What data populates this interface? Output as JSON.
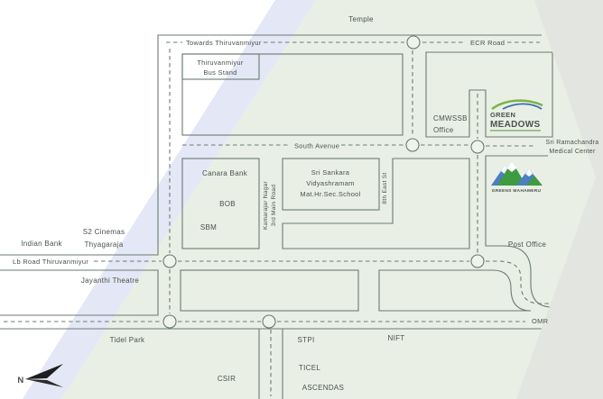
{
  "colors": {
    "background": "#ffffff",
    "map_green": "#e9efe5",
    "stripe_lavender": "#e3e7f6",
    "pale_overlay": "#e3e5e1",
    "line": "#6b7b71",
    "text": "#49524b",
    "logo_green": "#6aaa3c",
    "logo_dark": "#21392e",
    "logo_blue": "#3a6fb0",
    "mountain_green": "#3f9b41",
    "mountain_blue": "#4a7fc1"
  },
  "map": {
    "labels": {
      "temple": "Temple",
      "towards_thiruvanmiyur": "Towards Thiruvanmiyur",
      "ecr_road": "ECR Road",
      "south_avenue": "South Avenue",
      "lb_road": "Lb Road Thiruvanmiyur",
      "omr": "OMR",
      "kamarajar_line1": "Kamarajar Nagar",
      "kamarajar_line2": "3rd Main Road",
      "eighth_east_st": "8th East St"
    },
    "places": {
      "bus_stand_line1": "Thiruvanmiyur",
      "bus_stand_line2": "Bus Stand",
      "cmwssb_line1": "CMWSSB",
      "cmwssb_line2": "Office",
      "sri_ramachandra_line1": "Sri Ramachandra",
      "sri_ramachandra_line2": "Medical Center",
      "canara_bank": "Canara Bank",
      "bob": "BOB",
      "sbm": "SBM",
      "school_line1": "Sri Sankara",
      "school_line2": "Vidyashramam",
      "school_line3": "Mat.Hr.Sec.School",
      "post_office": "Post Office",
      "indian_bank": "Indian Bank",
      "s2_line1": "S2 Cinemas",
      "s2_line2": "Thyagaraja",
      "jayanthi_theatre": "Jayanthi Theatre",
      "tidel_park": "Tidel Park",
      "csir": "CSIR",
      "stpi": "STPI",
      "nift": "NIFT",
      "ticel": "TICEL",
      "ascendas": "ASCENDAS"
    },
    "logos": {
      "green_meadows_line1": "GREEN",
      "green_meadows_line2": "MEADOWS",
      "greens_mahameru": "GREENS MAHAMERU"
    },
    "compass": {
      "north": "N"
    }
  }
}
